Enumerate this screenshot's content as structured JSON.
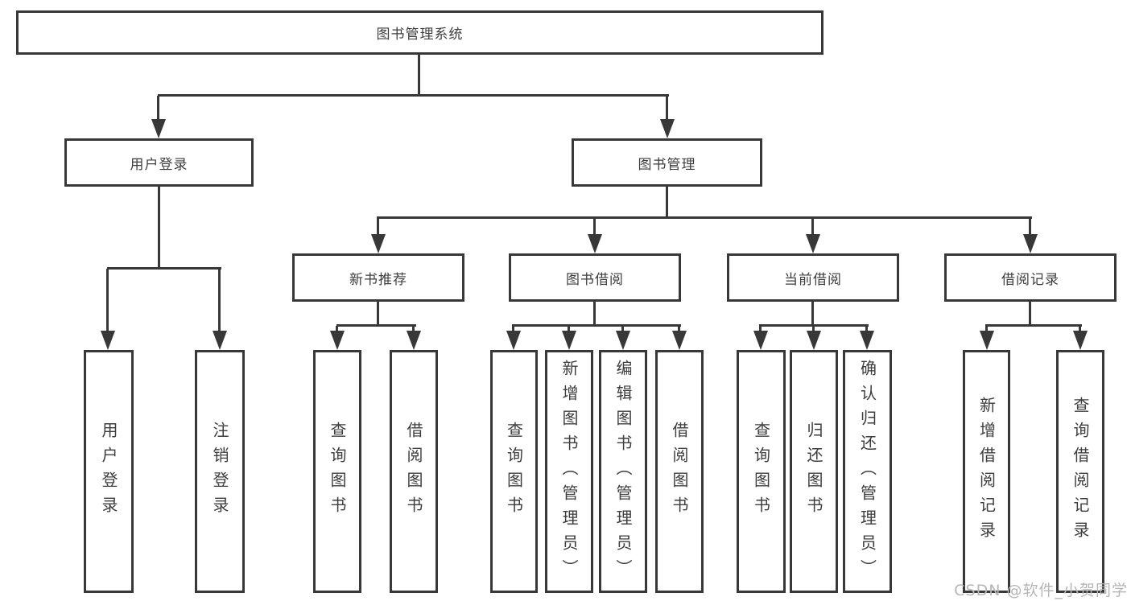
{
  "diagram_title": "图书管理系统",
  "nodes": {
    "root": "图书管理系统",
    "user_login": "用户登录",
    "book_mgmt": "图书管理",
    "new_book_rec": "新书推荐",
    "book_borrow": "图书借阅",
    "current_borrow": "当前借阅",
    "borrow_records": "借阅记录",
    "leaf_user_login": "用户登录",
    "leaf_logout": "注销登录",
    "leaf_nb_query": "查询图书",
    "leaf_nb_borrow": "借阅图书",
    "leaf_bb_query": "查询图书",
    "leaf_bb_add": "新增图书（管理员）",
    "leaf_bb_edit": "编辑图书（管理员）",
    "leaf_bb_borrow": "借阅图书",
    "leaf_cb_query": "查询图书",
    "leaf_cb_return": "归还图书",
    "leaf_cb_confirm": "确认归还（管理员）",
    "leaf_br_add": "新增借阅记录",
    "leaf_br_query": "查询借阅记录"
  },
  "hierarchy": {
    "图书管理系统": {
      "用户登录": [
        "用户登录",
        "注销登录"
      ],
      "图书管理": {
        "新书推荐": [
          "查询图书",
          "借阅图书"
        ],
        "图书借阅": [
          "查询图书",
          "新增图书（管理员）",
          "编辑图书（管理员）",
          "借阅图书"
        ],
        "当前借阅": [
          "查询图书",
          "归还图书",
          "确认归还（管理员）"
        ],
        "借阅记录": [
          "新增借阅记录",
          "查询借阅记录"
        ]
      }
    }
  },
  "watermark": "CSDN @软件_小贺同学",
  "colors": {
    "line": "#383838",
    "box_border": "#383838",
    "text": "#3d3d3d",
    "background": "#ffffff",
    "watermark": "#b6b6b6"
  }
}
